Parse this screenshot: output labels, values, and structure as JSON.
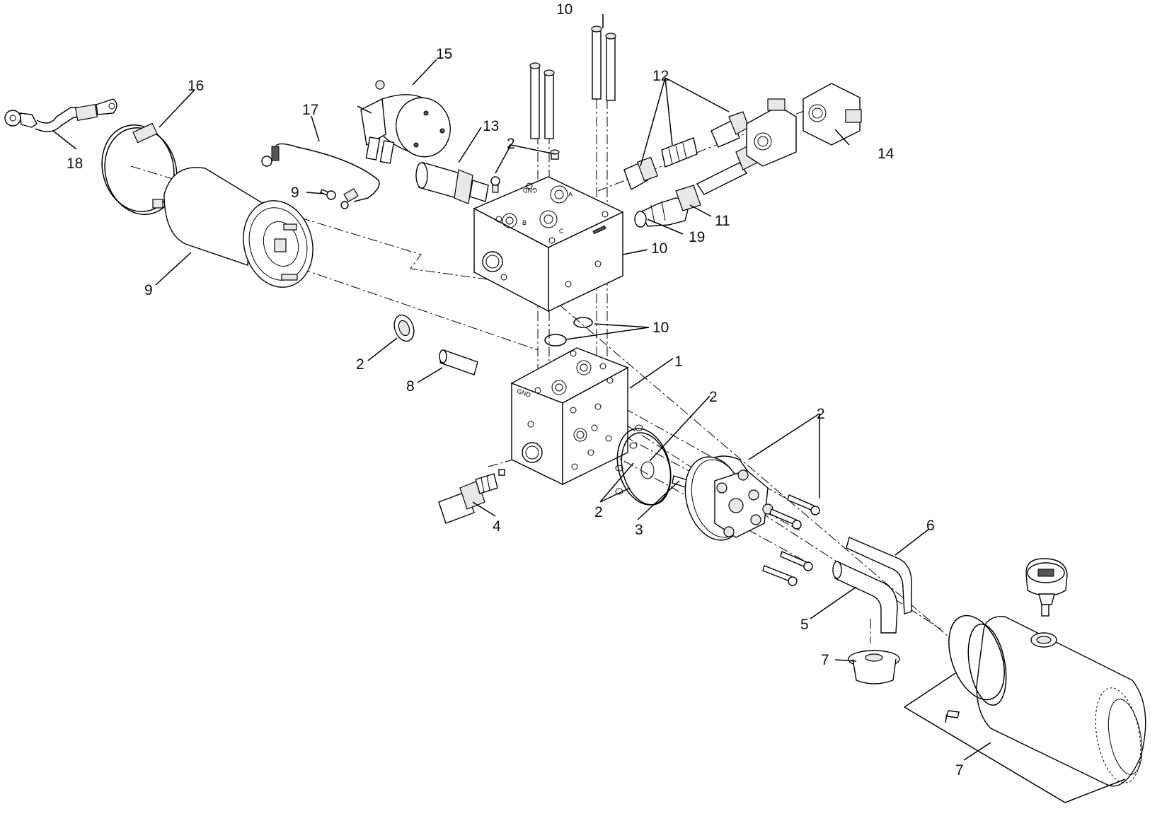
{
  "callouts": {
    "c1": "1",
    "c2a": "2",
    "c2b": "2",
    "c2c": "2",
    "c2d": "2",
    "c2e": "2",
    "c3": "3",
    "c4": "4",
    "c5": "5",
    "c6": "6",
    "c7a": "7",
    "c7b": "7",
    "c8": "8",
    "c9a": "9",
    "c9b": "9",
    "c10a": "10",
    "c10b": "10",
    "c10c": "10",
    "c11": "11",
    "c12": "12",
    "c13": "13",
    "c14": "14",
    "c15": "15",
    "c16": "16",
    "c17": "17",
    "c18": "18",
    "c19": "19"
  },
  "block_markings": {
    "upper_gnd": "GND",
    "upper_a": "A",
    "upper_b": "B",
    "upper_c": "C",
    "lower_gnd": "GND"
  }
}
